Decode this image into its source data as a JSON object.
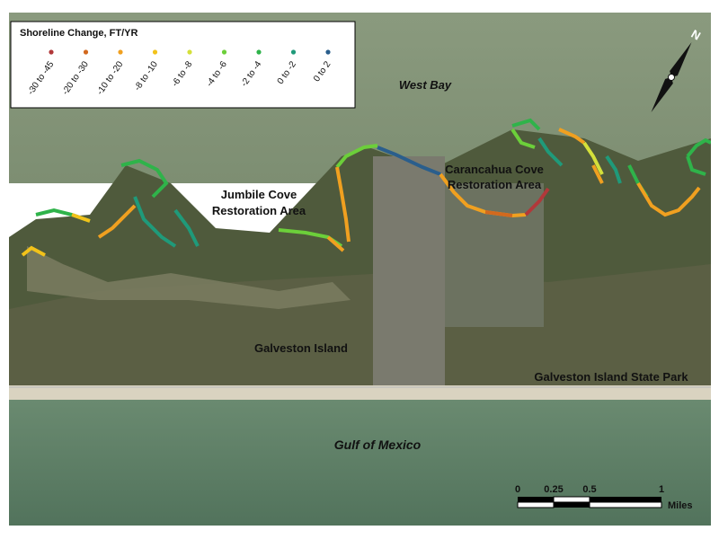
{
  "legend": {
    "title": "Shoreline Change, FT/YR",
    "classes": [
      {
        "label": "-30 to -45",
        "color": "#b1383a"
      },
      {
        "label": "-20 to -30",
        "color": "#d2691e"
      },
      {
        "label": "-10 to -20",
        "color": "#f0a020"
      },
      {
        "label": "-8 to -10",
        "color": "#f2c21a"
      },
      {
        "label": "-6 to -8",
        "color": "#d4e03a"
      },
      {
        "label": "-4 to -6",
        "color": "#6ccf3a"
      },
      {
        "label": "-2 to -4",
        "color": "#2fb34a"
      },
      {
        "label": "0 to -2",
        "color": "#1f9a7a"
      },
      {
        "label": "0 to 2",
        "color": "#2a5e8c"
      }
    ]
  },
  "labels": {
    "west_bay": "West Bay",
    "jumbile_1": "Jumbile Cove",
    "jumbile_2": "Restoration Area",
    "caran_1": "Carancahua Cove",
    "caran_2": "Restoration Area",
    "galveston": "Galveston Island",
    "state_park": "Galveston Island State Park",
    "gulf": "Gulf of Mexico"
  },
  "north_arrow": {
    "label": "N"
  },
  "scale_bar": {
    "ticks": [
      "0",
      "0.25",
      "0.5",
      "1"
    ],
    "unit": "Miles"
  }
}
